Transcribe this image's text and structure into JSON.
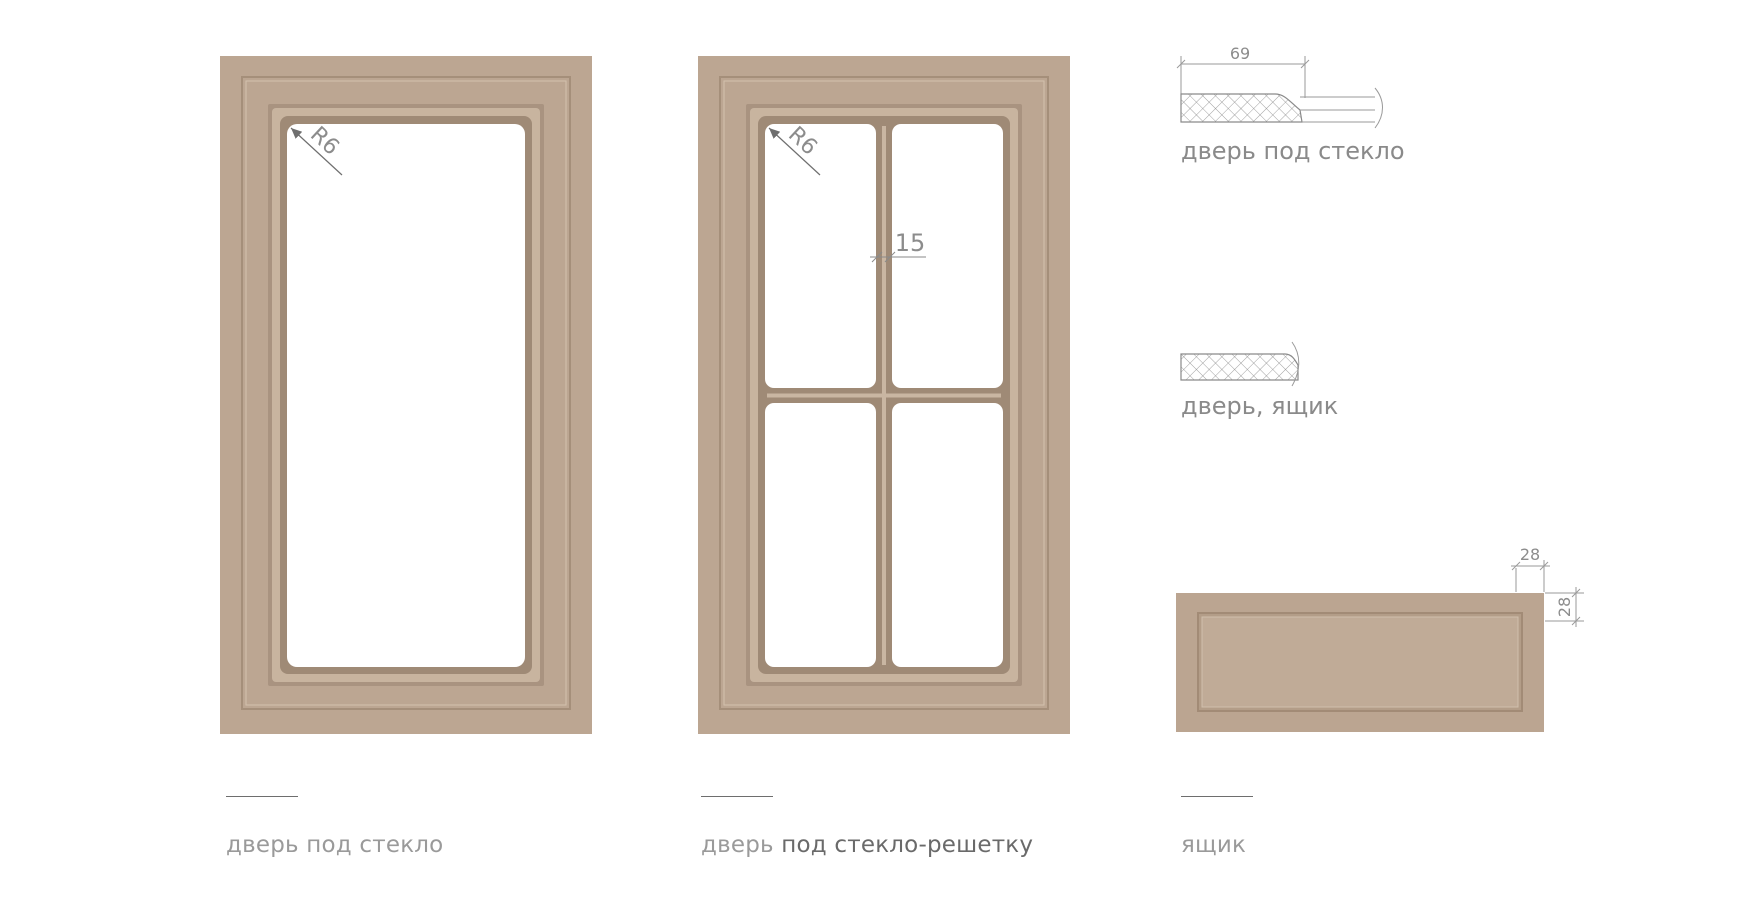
{
  "colors": {
    "panel": "#bda793",
    "panel_light": "#c9b5a2",
    "panel_dark": "#a38c77",
    "line": "#8f8f8f",
    "caption": "#9a9a9a"
  },
  "door_glass": {
    "radius_label": "R6",
    "caption": "дверь под стекло"
  },
  "door_grid": {
    "radius_label": "R6",
    "mullion_label": "15",
    "caption_part1": "дверь",
    "caption_part2": " под стекло-решетку"
  },
  "drawer": {
    "dim_top": "28",
    "dim_side": "28",
    "caption": "ящик"
  },
  "profiles": {
    "glass_profile": {
      "width_label": "69",
      "label": "дверь под стекло"
    },
    "door_profile": {
      "label": "дверь, ящик"
    }
  }
}
